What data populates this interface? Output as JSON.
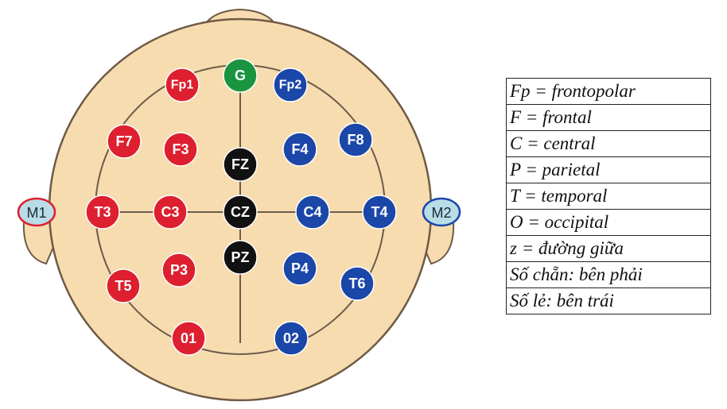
{
  "colors": {
    "head_fill": "#f7dcb0",
    "outline": "#6e5a44",
    "line": "#6b5c4a",
    "left": "#dd1f2f",
    "right": "#1b47a8",
    "midline": "#111111",
    "ground": "#1a9440",
    "mastoid_fill": "#b9dde6"
  },
  "electrodes": {
    "fp1": {
      "label": "Fp1",
      "side": "left"
    },
    "g": {
      "label": "G",
      "side": "ground"
    },
    "fp2": {
      "label": "Fp2",
      "side": "right"
    },
    "f7": {
      "label": "F7",
      "side": "left"
    },
    "f3": {
      "label": "F3",
      "side": "left"
    },
    "fz": {
      "label": "FZ",
      "side": "midline"
    },
    "f4": {
      "label": "F4",
      "side": "right"
    },
    "f8": {
      "label": "F8",
      "side": "right"
    },
    "t3": {
      "label": "T3",
      "side": "left"
    },
    "c3": {
      "label": "C3",
      "side": "left"
    },
    "cz": {
      "label": "CZ",
      "side": "midline"
    },
    "c4": {
      "label": "C4",
      "side": "right"
    },
    "t4": {
      "label": "T4",
      "side": "right"
    },
    "t5": {
      "label": "T5",
      "side": "left"
    },
    "p3": {
      "label": "P3",
      "side": "left"
    },
    "pz": {
      "label": "PZ",
      "side": "midline"
    },
    "p4": {
      "label": "P4",
      "side": "right"
    },
    "t6": {
      "label": "T6",
      "side": "right"
    },
    "o1": {
      "label": "01",
      "side": "left"
    },
    "o2": {
      "label": "02",
      "side": "right"
    }
  },
  "mastoids": {
    "m1": "M1",
    "m2": "M2"
  },
  "legend": [
    "Fp = frontopolar",
    "F  = frontal",
    "C  = central",
    "P  = parietal",
    "T  = temporal",
    "O  = occipital",
    "z  = đường giữa",
    "Số chẵn: bên phải",
    "Số lẻ: bên trái"
  ]
}
